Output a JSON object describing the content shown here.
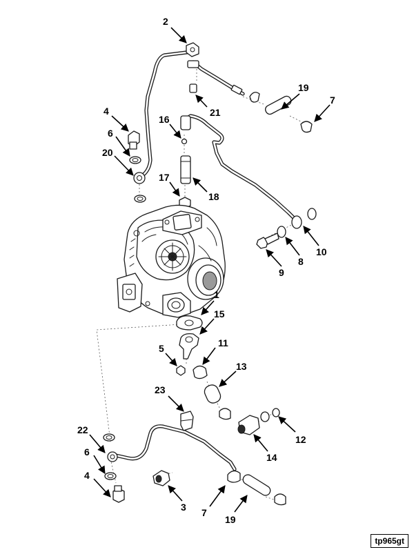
{
  "figure_id": "tp965gt",
  "callouts": [
    {
      "id": "c2a",
      "label": "2"
    },
    {
      "id": "c21",
      "label": "21"
    },
    {
      "id": "c19a",
      "label": "19"
    },
    {
      "id": "c7a",
      "label": "7"
    },
    {
      "id": "c4a",
      "label": "4"
    },
    {
      "id": "c6a",
      "label": "6"
    },
    {
      "id": "c20",
      "label": "20"
    },
    {
      "id": "c16",
      "label": "16"
    },
    {
      "id": "c17",
      "label": "17"
    },
    {
      "id": "c18",
      "label": "18"
    },
    {
      "id": "c10",
      "label": "10"
    },
    {
      "id": "c8",
      "label": "8"
    },
    {
      "id": "c9",
      "label": "9"
    },
    {
      "id": "c1",
      "label": "1"
    },
    {
      "id": "c15",
      "label": "15"
    },
    {
      "id": "c5",
      "label": "5"
    },
    {
      "id": "c11",
      "label": "11"
    },
    {
      "id": "c13",
      "label": "13"
    },
    {
      "id": "c23",
      "label": "23"
    },
    {
      "id": "c12",
      "label": "12"
    },
    {
      "id": "c22",
      "label": "22"
    },
    {
      "id": "c6b",
      "label": "6"
    },
    {
      "id": "c14",
      "label": "14"
    },
    {
      "id": "c4b",
      "label": "4"
    },
    {
      "id": "c3",
      "label": "3"
    },
    {
      "id": "c7b",
      "label": "7"
    },
    {
      "id": "c19b",
      "label": "19"
    }
  ]
}
